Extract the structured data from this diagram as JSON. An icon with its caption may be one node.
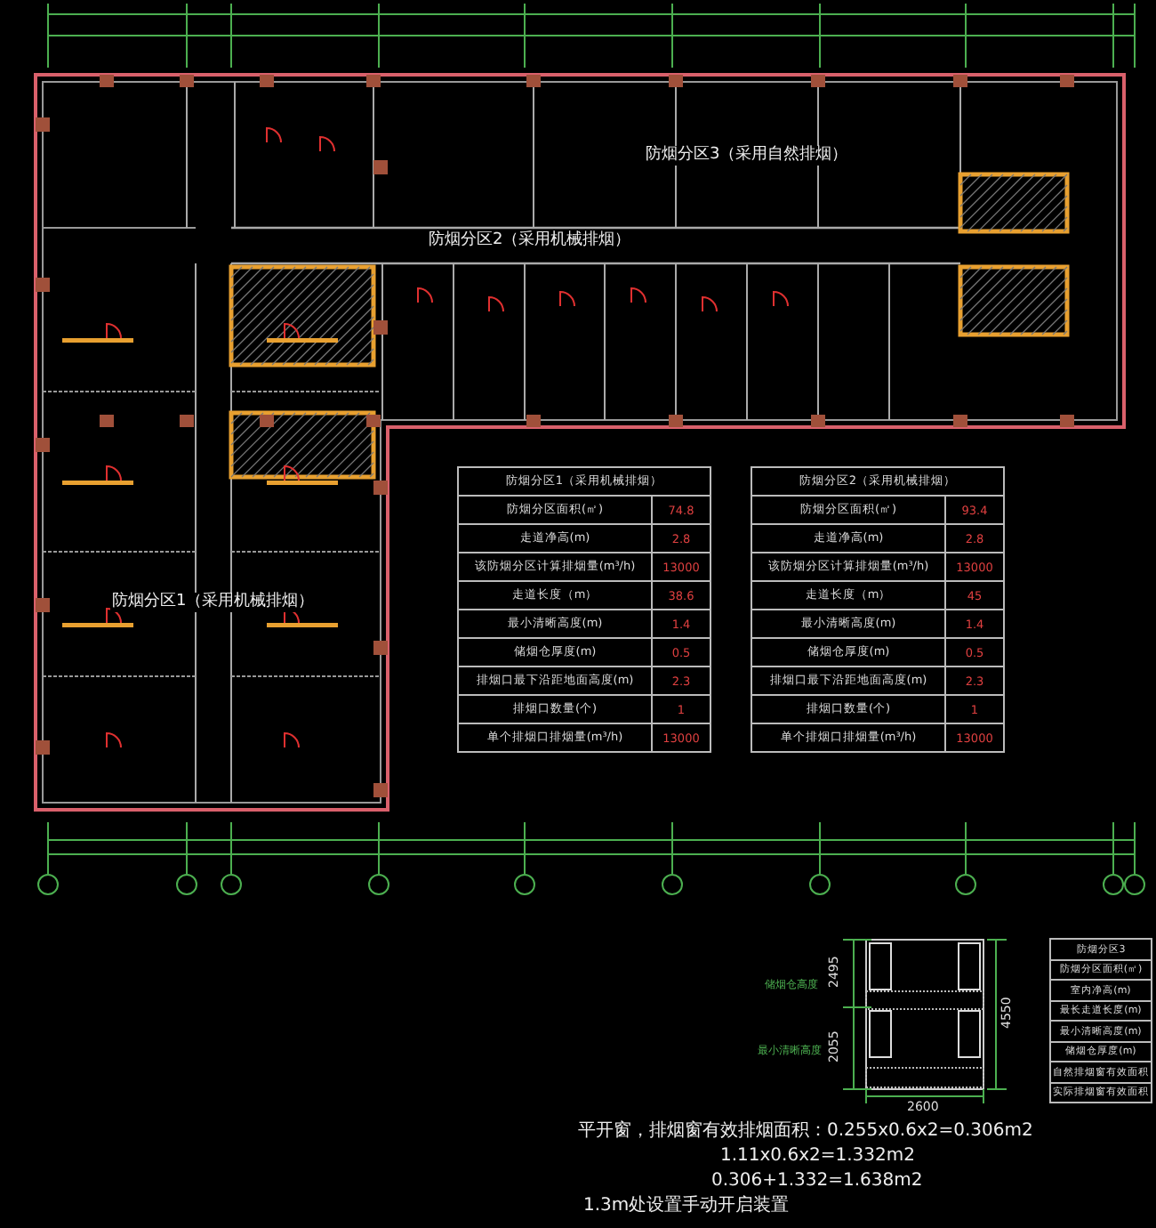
{
  "diagram": {
    "labels": [
      "防烟分区3（采用自然排烟）",
      "防烟分区2（采用机械排烟）",
      "防烟分区1（采用机械排烟）",
      "防烟分区1（采用机械排烟）",
      "防烟分区面积(㎡)",
      "74.8",
      "走道净高(m)",
      "2.8",
      "该防烟分区计算排烟量(m³/h)",
      "13000",
      "走道长度（m）",
      "38.6",
      "最小清晰高度(m)",
      "1.4",
      "储烟仓厚度(m)",
      "0.5",
      "排烟口最下沿距地面高度(m)",
      "2.3",
      "排烟口数量(个)",
      "1",
      "单个排烟口排烟量(m³/h)",
      "13000",
      "防烟分区2（采用机械排烟）",
      "防烟分区面积(㎡)",
      "93.4",
      "走道净高(m)",
      "2.8",
      "该防烟分区计算排烟量(m³/h)",
      "13000",
      "走道长度（m）",
      "45",
      "最小清晰高度(m)",
      "1.4",
      "储烟仓厚度(m)",
      "0.5",
      "排烟口最下沿距地面高度(m)",
      "2.3",
      "排烟口数量(个)",
      "1",
      "单个排烟口排烟量(m³/h)",
      "13000",
      "储烟仓高度",
      "最小清晰高度",
      "2495",
      "2055",
      "4550",
      "2600",
      "防烟分区3",
      "防烟分区面积(㎡)",
      "室内净高(m)",
      "最长走道长度(m)",
      "最小清晰高度(m)",
      "储烟仓厚度(m)",
      "自然排烟窗有效面积",
      "实际排烟窗有效面积",
      "平开窗，排烟窗有效排烟面积：0.255x0.6x2=0.306m2",
      "1.11x0.6x2=1.332m2",
      "0.306+1.332=1.638m2",
      "1.3m处设置手动开启装置"
    ]
  }
}
